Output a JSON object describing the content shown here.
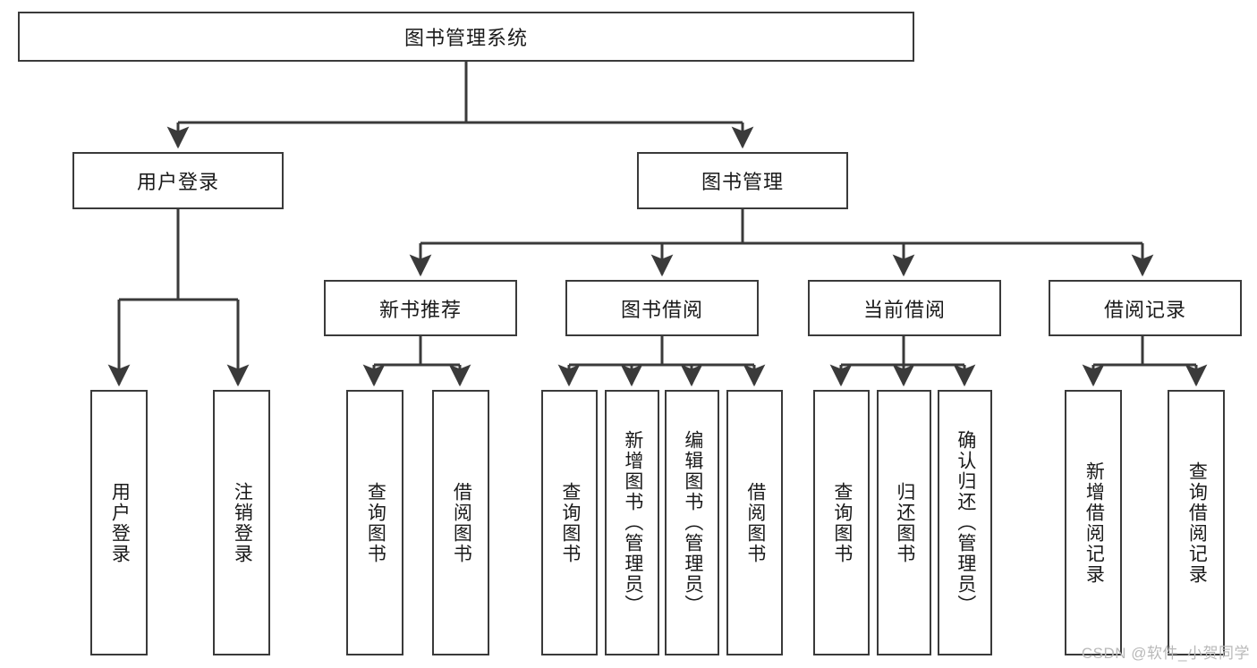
{
  "diagram": {
    "type": "tree-hierarchy",
    "title": "图书管理系统",
    "root": {
      "id": "root",
      "label": "图书管理系统"
    },
    "level2": [
      {
        "id": "user-login",
        "label": "用户登录"
      },
      {
        "id": "book-manage",
        "label": "图书管理"
      }
    ],
    "level3": [
      {
        "id": "new-book-rec",
        "label": "新书推荐"
      },
      {
        "id": "book-borrow",
        "label": "图书借阅"
      },
      {
        "id": "current-borrow",
        "label": "当前借阅"
      },
      {
        "id": "borrow-record",
        "label": "借阅记录"
      }
    ],
    "leaves": {
      "user_login": [
        {
          "id": "leaf-user-login",
          "label": "用户登录"
        },
        {
          "id": "leaf-logout",
          "label": "注销登录"
        }
      ],
      "new_book_rec": [
        {
          "id": "leaf-query-book-1",
          "label": "查询图书"
        },
        {
          "id": "leaf-borrow-book-1",
          "label": "借阅图书"
        }
      ],
      "book_borrow": [
        {
          "id": "leaf-query-book-2",
          "label": "查询图书"
        },
        {
          "id": "leaf-add-book",
          "label": "新增图书（管理员）"
        },
        {
          "id": "leaf-edit-book",
          "label": "编辑图书（管理员）"
        },
        {
          "id": "leaf-borrow-book-2",
          "label": "借阅图书"
        }
      ],
      "current_borrow": [
        {
          "id": "leaf-query-book-3",
          "label": "查询图书"
        },
        {
          "id": "leaf-return-book",
          "label": "归还图书"
        },
        {
          "id": "leaf-confirm-return",
          "label": "确认归还（管理员）"
        }
      ],
      "borrow_record": [
        {
          "id": "leaf-add-record",
          "label": "新增借阅记录"
        },
        {
          "id": "leaf-query-record",
          "label": "查询借阅记录"
        }
      ]
    }
  },
  "watermark": {
    "text": "CSDN @软件_小贺同学"
  },
  "colors": {
    "stroke": "#3a3a3a",
    "background": "#ffffff",
    "text": "#1a1a1a",
    "watermark": "#b9b9b9"
  }
}
